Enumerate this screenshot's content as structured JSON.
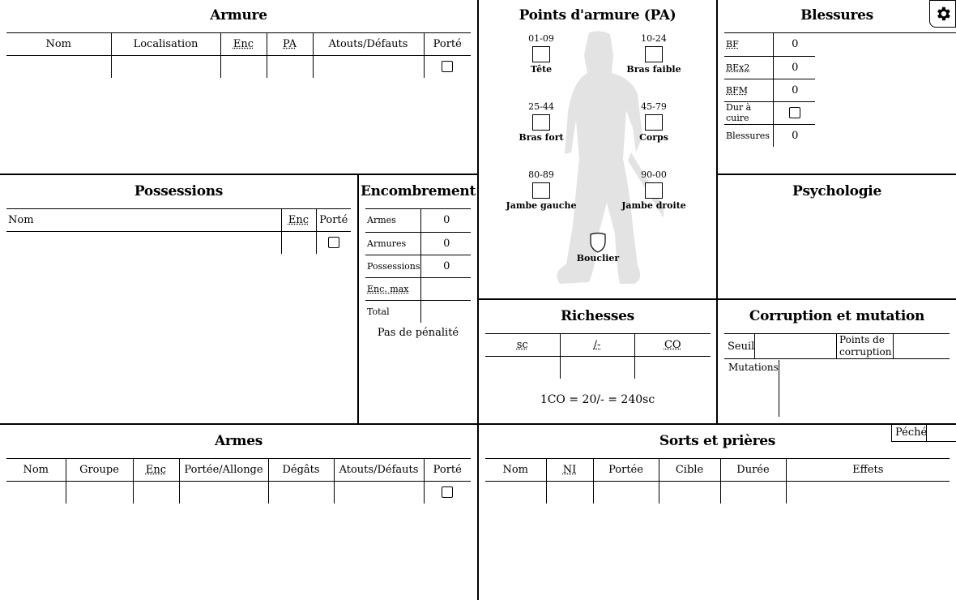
{
  "armour": {
    "title": "Armure",
    "columns": [
      "Nom",
      "Localisation",
      "Enc",
      "PA",
      "Atouts/Défauts",
      "Porté"
    ]
  },
  "ap": {
    "title": "Points d'armure (PA)",
    "zones": [
      {
        "range": "01-09",
        "label": "Tête"
      },
      {
        "range": "10-24",
        "label": "Bras faible"
      },
      {
        "range": "25-44",
        "label": "Bras fort"
      },
      {
        "range": "45-79",
        "label": "Corps"
      },
      {
        "range": "80-89",
        "label": "Jambe gauche"
      },
      {
        "range": "90-00",
        "label": "Jambe droite"
      }
    ],
    "shield_label": "Bouclier"
  },
  "wounds": {
    "title": "Blessures",
    "rows": [
      {
        "label": "BF",
        "value": "0"
      },
      {
        "label": "BEx2",
        "value": "0"
      },
      {
        "label": "BFM",
        "value": "0"
      },
      {
        "label": "Dur à cuire",
        "value": ""
      },
      {
        "label": "Blessures",
        "value": "0"
      }
    ]
  },
  "possessions": {
    "title": "Possessions",
    "columns": [
      "Nom",
      "Enc",
      "Porté"
    ]
  },
  "encumbrance": {
    "title": "Encombrement",
    "rows": [
      {
        "label": "Armes",
        "value": "0"
      },
      {
        "label": "Armures",
        "value": "0"
      },
      {
        "label": "Possessions",
        "value": "0"
      },
      {
        "label": "Enc. max",
        "value": ""
      },
      {
        "label": "Total",
        "value": ""
      }
    ],
    "penalty": "Pas de pénalité"
  },
  "psychology": {
    "title": "Psychologie"
  },
  "wealth": {
    "title": "Richesses",
    "columns": [
      "sc",
      "/-",
      "CO"
    ],
    "conversion": "1CO = 20/- = 240sc"
  },
  "corruption": {
    "title": "Corruption et mutation",
    "threshold_label": "Seuil",
    "points_label": "Points de corruption",
    "mutations_label": "Mutations"
  },
  "weapons": {
    "title": "Armes",
    "columns": [
      "Nom",
      "Groupe",
      "Enc",
      "Portée/Allonge",
      "Dégâts",
      "Atouts/Défauts",
      "Porté"
    ]
  },
  "spells": {
    "title": "Sorts et prières",
    "sin_label": "Péché",
    "columns": [
      "Nom",
      "NI",
      "Portée",
      "Cible",
      "Durée",
      "Effets"
    ]
  },
  "settings": {
    "icon": "gear-icon"
  }
}
